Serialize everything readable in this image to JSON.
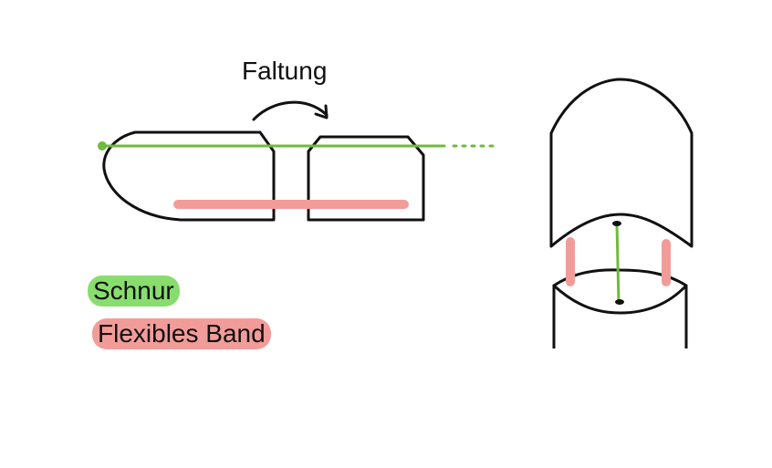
{
  "fold_label": "Faltung",
  "legend": {
    "cord": {
      "label": "Schnur",
      "color": "#88dd6e"
    },
    "band": {
      "label": "Flexibles Band",
      "color": "#f29c9a"
    }
  },
  "colors": {
    "outline": "#111111",
    "cord": "#6fba3c",
    "band": "#f29c9a"
  }
}
